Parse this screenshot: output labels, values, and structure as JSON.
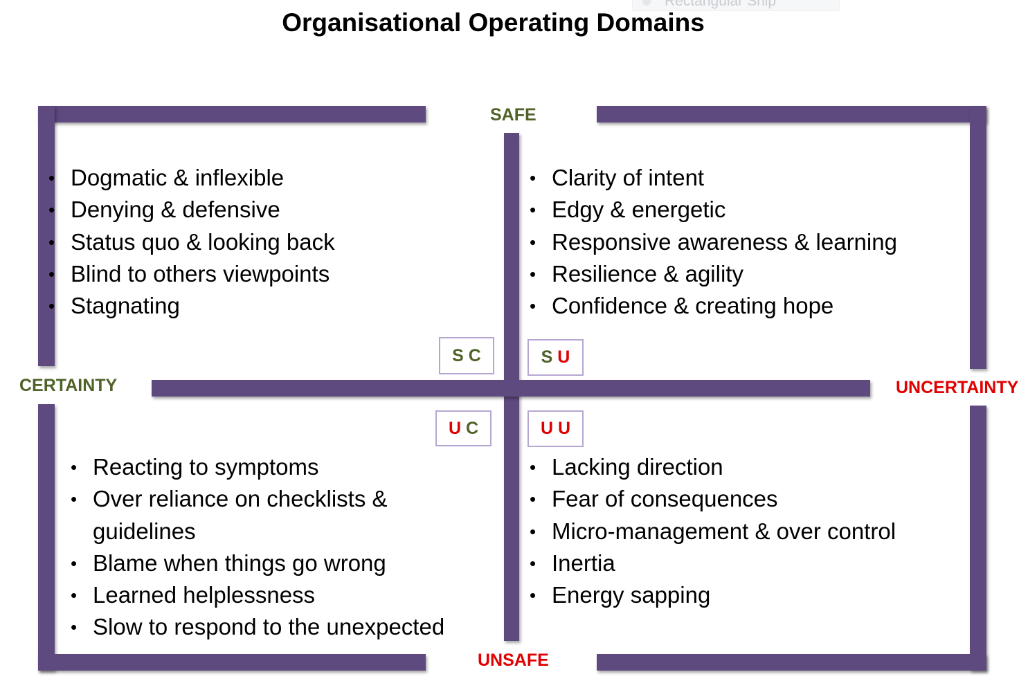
{
  "title": "Organisational Operating Domains",
  "ghost_label": "Rectangular Snip",
  "axes": {
    "top": "SAFE",
    "bottom": "UNSAFE",
    "left": "CERTAINTY",
    "right": "UNCERTAINTY"
  },
  "quadrants": {
    "sc": {
      "code_first": "S",
      "code_second": "C",
      "items": [
        "Dogmatic & inflexible",
        "Denying & defensive",
        "Status quo & looking back",
        "Blind to others viewpoints",
        "Stagnating"
      ]
    },
    "su": {
      "code_first": "S",
      "code_second": "U",
      "items": [
        "Clarity of intent",
        "Edgy & energetic",
        "Responsive awareness & learning",
        "Resilience & agility",
        "Confidence & creating hope"
      ]
    },
    "uc": {
      "code_first": "U",
      "code_second": "C",
      "items": [
        "Reacting to symptoms",
        "Over reliance on checklists & guidelines",
        "Blame when things go wrong",
        "Learned helplessness",
        "Slow to respond to the unexpected"
      ]
    },
    "uu": {
      "code_first": "U",
      "code_second": "U",
      "items": [
        "Lacking direction",
        "Fear of consequences",
        "Micro-management & over control",
        "Inertia",
        "Energy sapping"
      ]
    }
  },
  "colors": {
    "frame": "#5e4a7f",
    "safe_certainty": "#4f6228",
    "unsafe_uncertainty": "#e00000",
    "code_border": "#b6a7d2"
  }
}
